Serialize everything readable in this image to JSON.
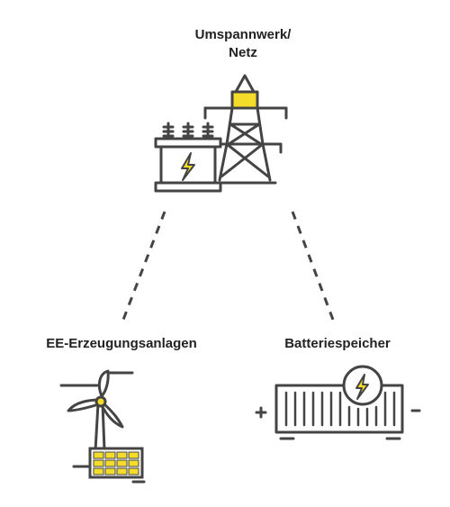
{
  "nodes": {
    "grid": {
      "line1": "Umspannwerk/",
      "line2": "Netz"
    },
    "generation": {
      "label": "EE-Erzeugungsanlagen"
    },
    "storage": {
      "label": "Batteriespeicher"
    }
  },
  "icons": {
    "grid": [
      "transformer-icon",
      "power-pylon-icon"
    ],
    "generation": [
      "wind-turbine-icon",
      "solar-panel-icon"
    ],
    "storage": [
      "battery-container-icon",
      "lightning-icon"
    ]
  },
  "colors": {
    "line": "#444444",
    "accent": "#f5dc2a",
    "text": "#222222"
  }
}
